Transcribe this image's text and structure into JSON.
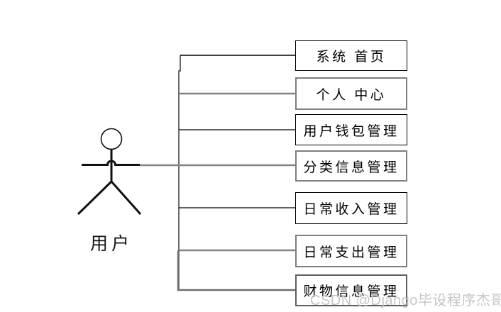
{
  "diagram": {
    "title": "user-use-case-diagram",
    "actor": {
      "label": "用户"
    },
    "boxes": [
      {
        "label": "系统 首页"
      },
      {
        "label": "个人 中心"
      },
      {
        "label": "用户钱包管理"
      },
      {
        "label": "分类信息管理"
      },
      {
        "label": "日常收入管理"
      },
      {
        "label": "日常支出管理"
      },
      {
        "label": "财物信息管理"
      }
    ],
    "colors": {
      "background": "#ffffff",
      "line_black": "#000000",
      "line_gray": "#828282",
      "box_border_dark": "#000000",
      "box_border_gray": "#7f7f7f",
      "watermark": "#c6c6c6"
    }
  },
  "watermark": {
    "text": "CSDN @Django毕设程序杰哥"
  }
}
